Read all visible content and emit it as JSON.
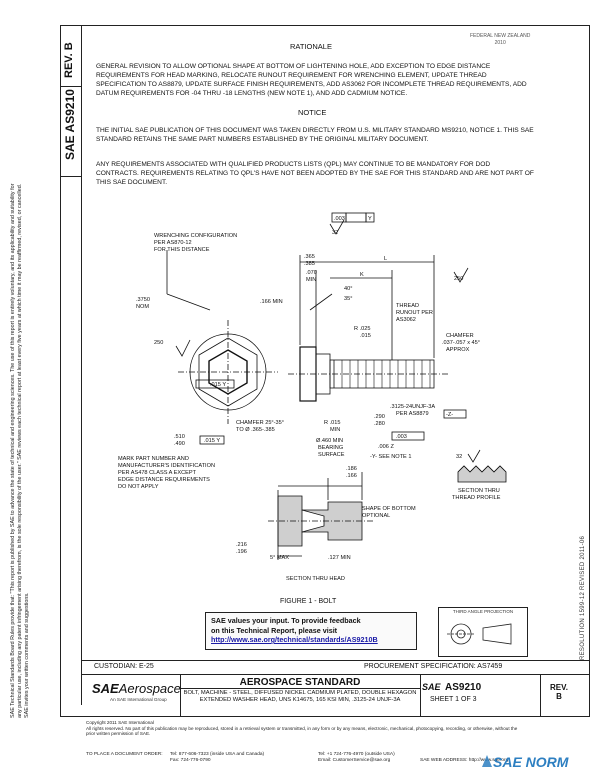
{
  "header": {
    "rev_label": "REV.",
    "rev_value": "B",
    "doc_number": "AS9210",
    "date_lines": [
      "FEDERAL NEW ZEALAND",
      "2010"
    ],
    "rationale_title": "RATIONALE",
    "notice_title": "NOTICE"
  },
  "paragraphs": {
    "rationale": "GENERAL REVISION TO ALLOW OPTIONAL SHAPE AT BOTTOM OF LIGHTENING HOLE, ADD EXCEPTION TO EDGE DISTANCE REQUIREMENTS FOR HEAD MARKING, RELOCATE RUNOUT REQUIREMENT FOR WRENCHING ELEMENT, UPDATE THREAD SPECIFICATION TO AS8879, UPDATE SURFACE FINISH REQUIREMENTS, ADD AS3062 FOR INCOMPLETE THREAD REQUIREMENTS, ADD DATUM REQUIREMENTS FOR -04 THRU -18 LENGTHS (NEW NOTE 1), AND ADD CADMIUM NOTICE.",
    "notice_1": "THE INITIAL SAE PUBLICATION OF THIS DOCUMENT WAS TAKEN DIRECTLY FROM U.S. MILITARY STANDARD MS9210, NOTICE 1. THIS SAE STANDARD RETAINS THE SAME PART NUMBERS ESTABLISHED BY THE ORIGINAL MILITARY DOCUMENT.",
    "notice_2": "ANY REQUIREMENTS ASSOCIATED WITH QUALIFIED PRODUCTS LISTS (QPL) MAY CONTINUE TO BE MANDATORY FOR DOD CONTRACTS. REQUIREMENTS RELATING TO QPL'S HAVE NOT BEEN ADOPTED BY THE SAE FOR THIS STANDARD AND ARE NOT PART OF THIS SAE DOCUMENT."
  },
  "drawing": {
    "wrenching": [
      "WRENCHING CONFIGURATION",
      "PER AS870-12",
      "FOR THIS DISTANCE"
    ],
    "dims": {
      "flatness": ".003",
      "datum_y": "Y",
      "finish_32": "32",
      "d_365": [
        ".365",
        ".385"
      ],
      "d_070": [
        ".070",
        "MIN"
      ],
      "d_166": ".166 MIN",
      "d_375": [
        ".3750",
        "NOM"
      ],
      "finish_250": "250",
      "angle_40": "40°",
      "angle_35": "35°",
      "k": "K",
      "l": "L",
      "r_025": [
        "R .025",
        ".015"
      ],
      "thread_runout": [
        "THREAD",
        "RUNOUT PER",
        "AS3062"
      ],
      "chamfer_right": [
        "CHAMFER",
        ".037-.057 x 45°",
        "APPROX"
      ],
      "thread_spec": [
        ".3125-24UNJF-3A",
        "PER AS8879"
      ],
      "datum_z": "-Z-",
      "d_290": [
        ".290",
        ".280"
      ],
      "position_003": ".003",
      "position_006": ".006 Z",
      "see_note": "-Y- SEE NOTE 1",
      "chamfer_head": [
        "CHAMFER 25°-35°",
        "TO Ø .365-.385"
      ],
      "r_015": [
        "R .015",
        "MIN"
      ],
      "bearing": [
        "Ø.460 MIN",
        "BEARING",
        "SURFACE"
      ],
      "d_510": [
        ".510",
        ".490"
      ],
      "runout_015": ".015 Y",
      "runout_015b": ".015 Y",
      "mark_part": [
        "MARK PART NUMBER AND",
        "MANUFACTURER'S IDENTIFICATION",
        "PER AS478 CLASS A EXCEPT",
        "EDGE DISTANCE REQUIREMENTS",
        "DO NOT APPLY"
      ],
      "d_186": [
        ".186",
        ".166"
      ],
      "shape_bottom": [
        "SHAPE OF BOTTOM",
        "OPTIONAL"
      ],
      "d_216": [
        ".216",
        ".196"
      ],
      "d_5max": "5° MAX",
      "d_127": ".127 MIN",
      "section_head": "SECTION THRU HEAD",
      "section_thread": [
        "SECTION THRU",
        "THREAD PROFILE"
      ],
      "finish_32b": "32"
    },
    "figure_caption": "FIGURE 1 - BOLT"
  },
  "feedback": {
    "line1": "SAE values your input. To provide feedback",
    "line2": "on this Technical Report, please visit",
    "link": "http://www.sae.org/technical/standards/AS9210B"
  },
  "third_angle": "THIRD ANGLE PROJECTION",
  "bottom": {
    "custodian": "CUSTODIAN: E-25",
    "procurement": "PROCUREMENT SPECIFICATION: AS7459",
    "standard_title": "AEROSPACE STANDARD",
    "standard_desc": "BOLT, MACHINE - STEEL, DIFFUSED NICKEL CADMIUM PLATED, DOUBLE HEXAGON EXTENDED WASHER HEAD, UNS K14675, 165 KSI MIN, .3125-24 UNJF-3A",
    "sae_mark": "SAE",
    "as_number": "AS9210",
    "sheet": "SHEET 1 OF 3",
    "rev_label": "REV.",
    "rev_value": "B",
    "logo_sae": "SAE",
    "logo_aero": "Aerospace",
    "logo_sub": "An SAE International Group"
  },
  "side": {
    "legal": "SAE Technical Standards Board Rules provide that: \"This report is published by SAE to advance the state of technical and engineering sciences. The use of this report is entirely voluntary, and its applicability and suitability for any particular use, including any patent infringement arising therefrom, is the sole responsibility of the user.\" SAE reviews each technical report at least every five years at which time it may be reaffirmed, revised, or cancelled. SAE invites your written comments and suggestions.",
    "revised": "RESOLUTION 1599-12   REVISED 2011-06"
  },
  "footer": {
    "copyright": "Copyright 2011 SAE International",
    "rights": "All rights reserved. No part of this publication may be reproduced, stored in a retrieval system or transmitted, in any form or by any means, electronic, mechanical, photocopying, recording, or otherwise, without the prior written permission of SAE.",
    "order_label": "TO PLACE A DOCUMENT ORDER:",
    "tel": "Tel: 877-606-7323 (inside USA and Canada)",
    "tel2": "Tel: +1 724-776-4970 (outside USA)",
    "fax": "Fax: 724-776-0790",
    "email": "Email: CustomerService@sae.org",
    "web": "SAE WEB ADDRESS: http://www.sae.org",
    "watermark": "SAE NORM"
  }
}
